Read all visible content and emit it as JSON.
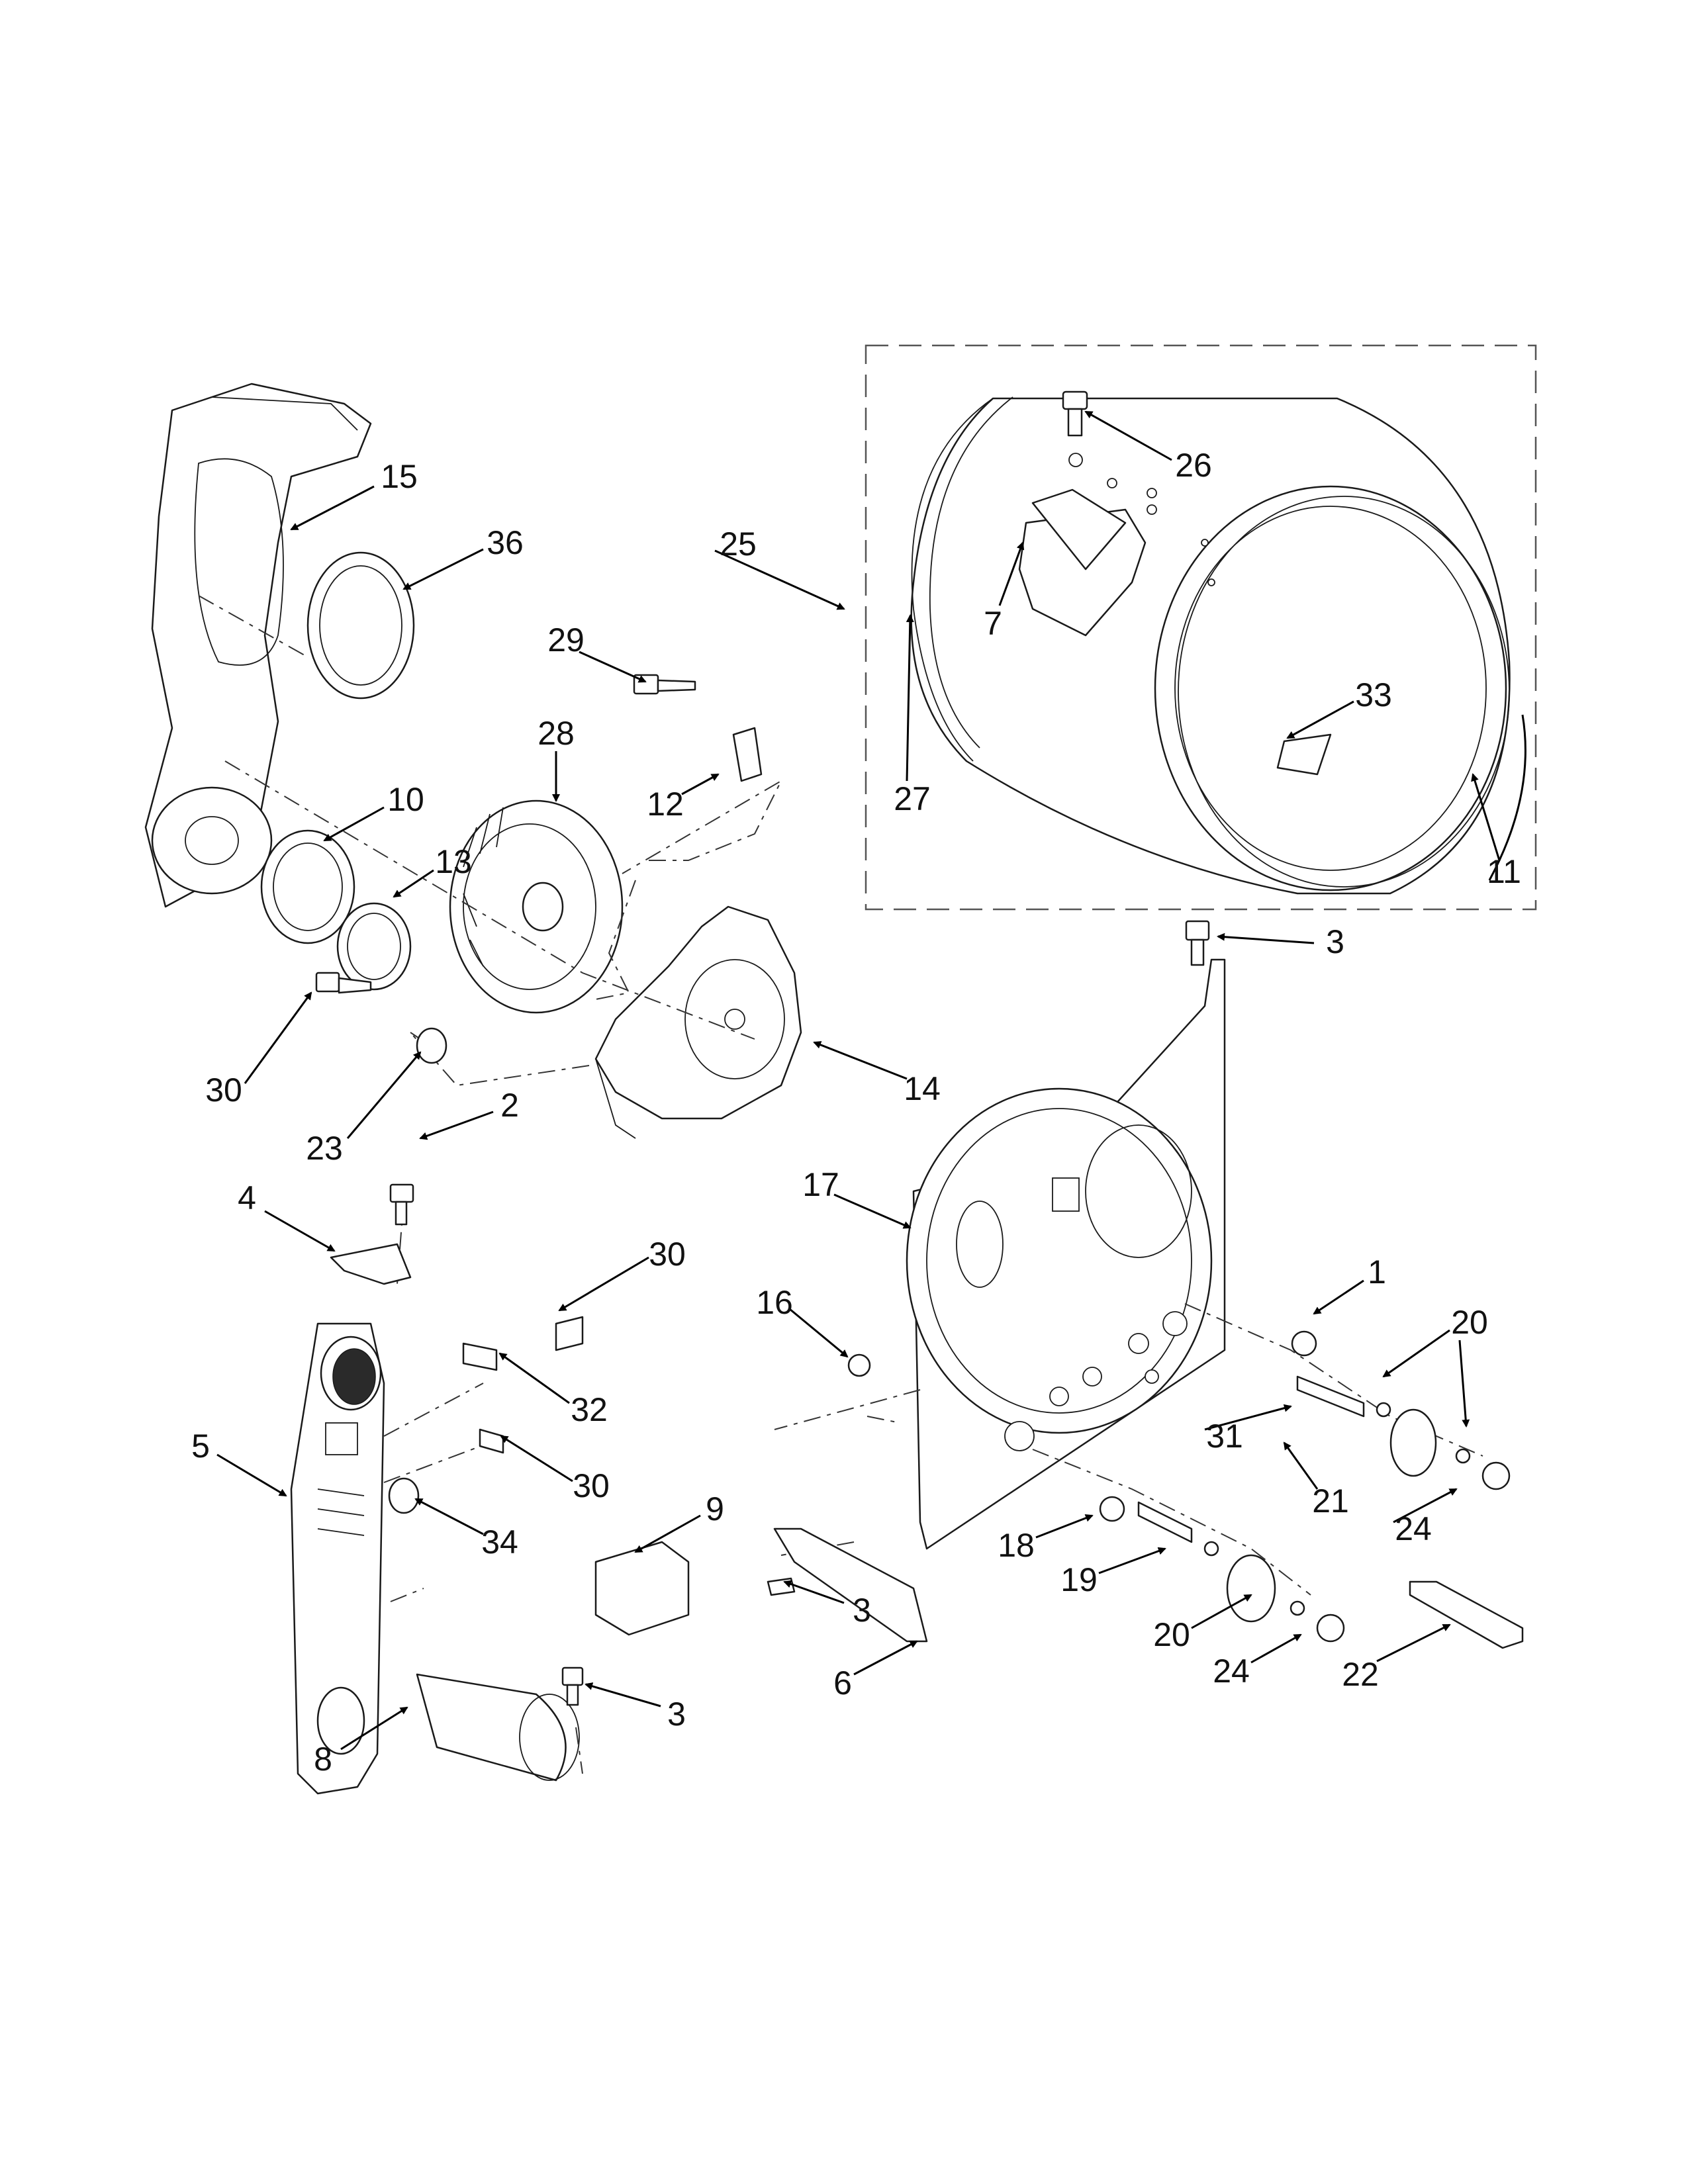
{
  "callouts": [
    {
      "id": "c15",
      "label": "15"
    },
    {
      "id": "c36",
      "label": "36"
    },
    {
      "id": "c25",
      "label": "25"
    },
    {
      "id": "c26",
      "label": "26"
    },
    {
      "id": "c7",
      "label": "7"
    },
    {
      "id": "c29",
      "label": "29"
    },
    {
      "id": "c28",
      "label": "28"
    },
    {
      "id": "c12",
      "label": "12"
    },
    {
      "id": "c27",
      "label": "27"
    },
    {
      "id": "c33",
      "label": "33"
    },
    {
      "id": "c10",
      "label": "10"
    },
    {
      "id": "c13",
      "label": "13"
    },
    {
      "id": "c11",
      "label": "11"
    },
    {
      "id": "c3a",
      "label": "3"
    },
    {
      "id": "c30a",
      "label": "30"
    },
    {
      "id": "c14",
      "label": "14"
    },
    {
      "id": "c23",
      "label": "23"
    },
    {
      "id": "c2",
      "label": "2"
    },
    {
      "id": "c17",
      "label": "17"
    },
    {
      "id": "c4",
      "label": "4"
    },
    {
      "id": "c30b",
      "label": "30"
    },
    {
      "id": "c1",
      "label": "1"
    },
    {
      "id": "c16",
      "label": "16"
    },
    {
      "id": "c20a",
      "label": "20"
    },
    {
      "id": "c32",
      "label": "32"
    },
    {
      "id": "c5",
      "label": "5"
    },
    {
      "id": "c31",
      "label": "31"
    },
    {
      "id": "c30c",
      "label": "30"
    },
    {
      "id": "c9",
      "label": "9"
    },
    {
      "id": "c21",
      "label": "21"
    },
    {
      "id": "c34",
      "label": "34"
    },
    {
      "id": "c24a",
      "label": "24"
    },
    {
      "id": "c18",
      "label": "18"
    },
    {
      "id": "c19",
      "label": "19"
    },
    {
      "id": "c3b",
      "label": "3"
    },
    {
      "id": "c20b",
      "label": "20"
    },
    {
      "id": "c24b",
      "label": "24"
    },
    {
      "id": "c22",
      "label": "22"
    },
    {
      "id": "c6",
      "label": "6"
    },
    {
      "id": "c3c",
      "label": "3"
    },
    {
      "id": "c8",
      "label": "8"
    }
  ]
}
